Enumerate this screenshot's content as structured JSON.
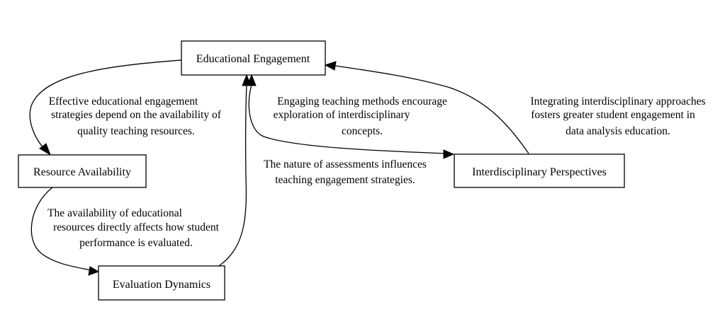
{
  "nodes": {
    "educational_engagement": "Educational Engagement",
    "resource_availability": "Resource Availability",
    "evaluation_dynamics": "Evaluation Dynamics",
    "interdisciplinary_perspectives": "Interdisciplinary Perspectives"
  },
  "edges": {
    "engagement_to_resources": [
      "Effective educational engagement",
      "strategies depend on the availability of",
      "quality teaching resources."
    ],
    "resources_to_evaluation": [
      "The availability of educational",
      "resources directly affects how student",
      "performance is evaluated."
    ],
    "evaluation_to_engagement": [
      "The nature of assessments influences",
      "teaching engagement strategies."
    ],
    "engagement_to_interdisciplinary": [
      "Engaging teaching methods encourage",
      "exploration of interdisciplinary",
      "concepts."
    ],
    "interdisciplinary_to_engagement": [
      "Integrating interdisciplinary approaches",
      "fosters greater student engagement in",
      "data analysis education."
    ]
  }
}
